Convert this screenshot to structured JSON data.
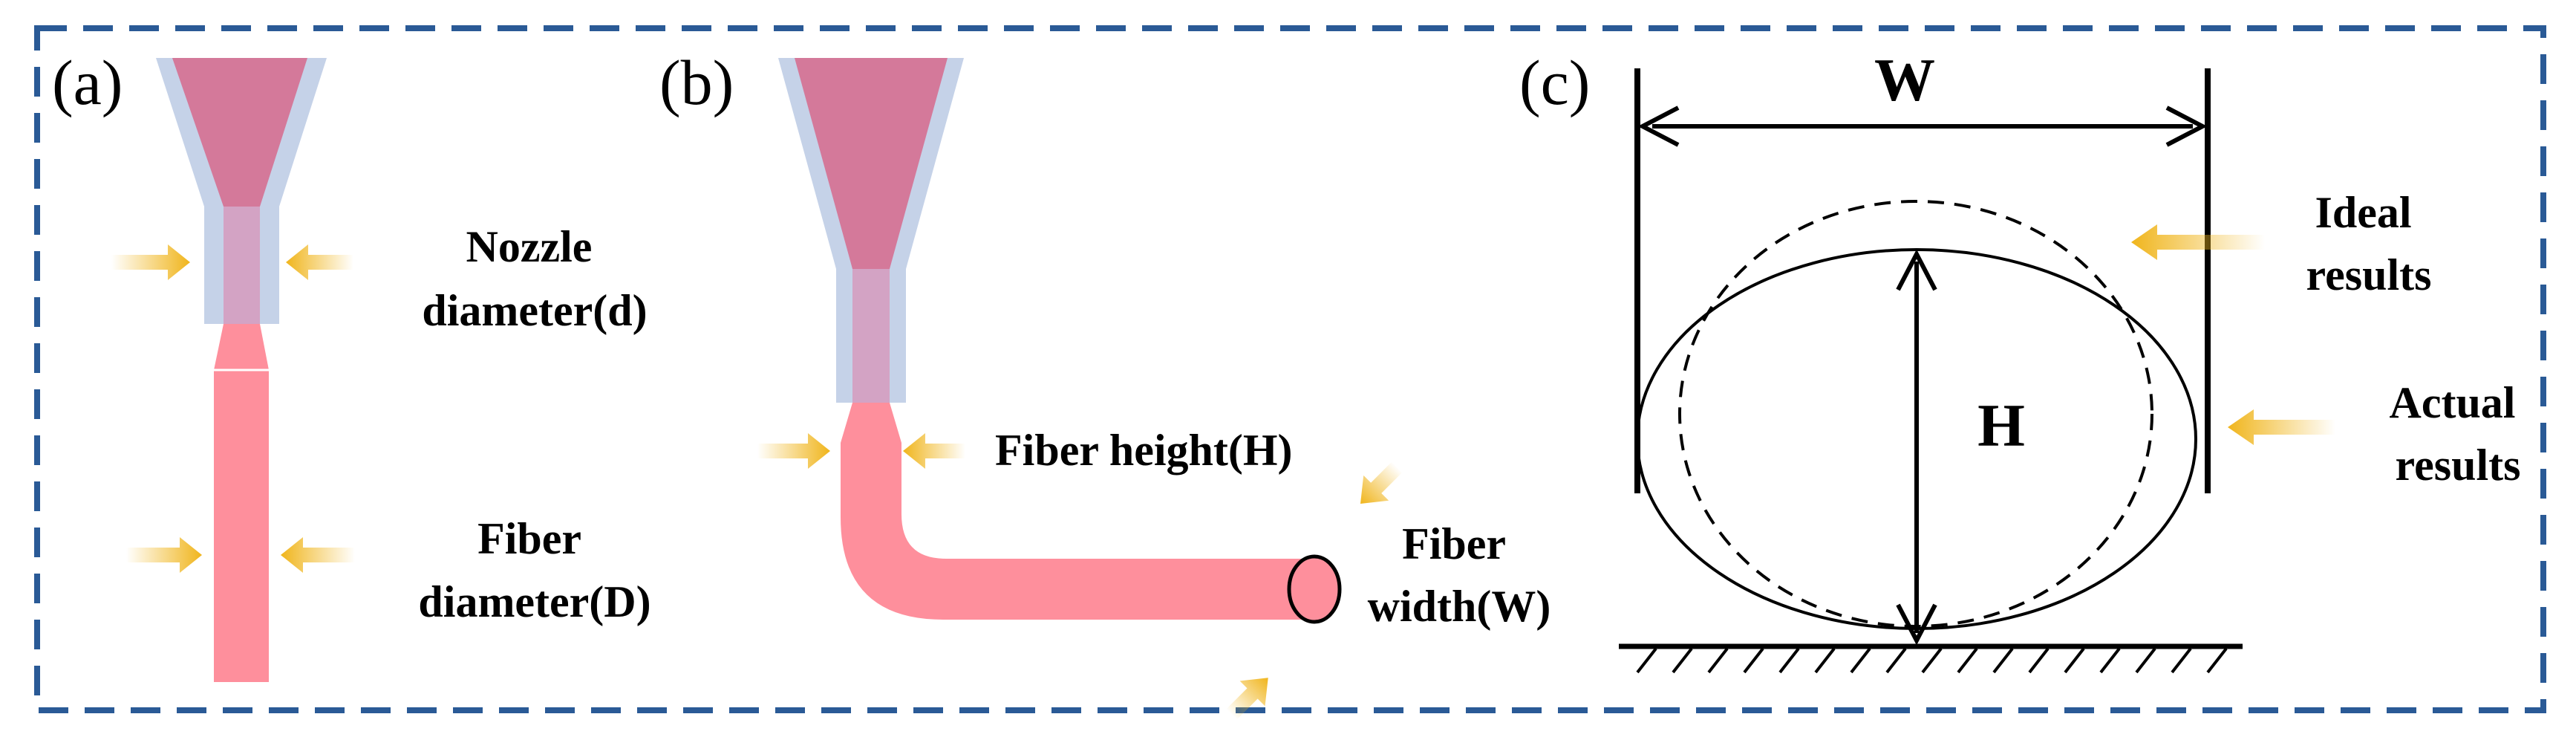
{
  "panels": {
    "a": {
      "label": "(a)",
      "nozzle_label": [
        "Nozzle",
        "diameter(d)"
      ],
      "fiber_label": [
        "Fiber",
        "diameter(D)"
      ]
    },
    "b": {
      "label": "(b)",
      "height_label": "Fiber height(H)",
      "width_label": [
        "Fiber",
        "width(W)"
      ]
    },
    "c": {
      "label": "(c)",
      "width_symbol": "W",
      "height_symbol": "H",
      "ideal_label": [
        "Ideal",
        "results"
      ],
      "actual_label": [
        "Actual",
        "results"
      ]
    }
  },
  "colors": {
    "frame": "#2a5a96",
    "nozzle_outer": "#c5d2e8",
    "nozzle_inner": "#d4799a",
    "fiber": "#fe8f9c",
    "arrow": "#f0b51c"
  }
}
